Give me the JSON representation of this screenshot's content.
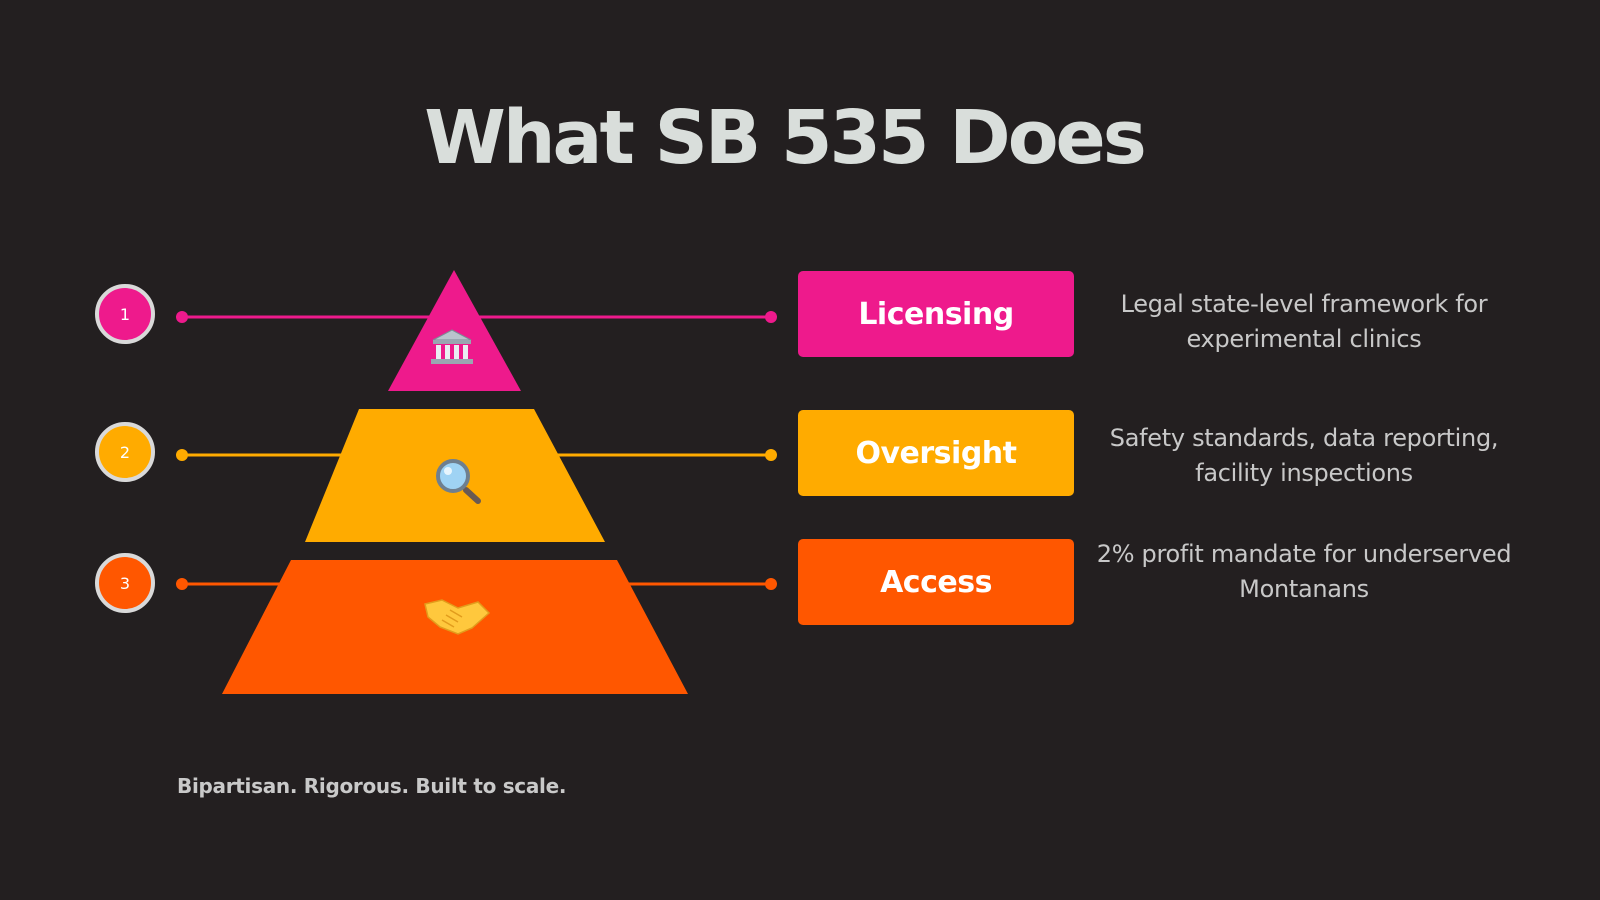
{
  "title": "What SB 535 Does",
  "tiers": [
    {
      "number": "1",
      "label": "Licensing",
      "description": "Legal state-level framework for experimental clinics",
      "icon": "bank-building-icon",
      "color": "#ee1a8c"
    },
    {
      "number": "2",
      "label": "Oversight",
      "description": "Safety standards, data reporting, facility inspections",
      "icon": "magnifying-glass-icon",
      "color": "#ffab00"
    },
    {
      "number": "3",
      "label": "Access",
      "description": "2% profit mandate for underserved Montanans",
      "icon": "handshake-icon",
      "color": "#ff5700"
    }
  ],
  "footer": "Bipartisan. Rigorous. Built to scale.",
  "colors": {
    "background": "#231f20",
    "title": "#d9dedb",
    "circle_ring": "#d9d9d9"
  }
}
